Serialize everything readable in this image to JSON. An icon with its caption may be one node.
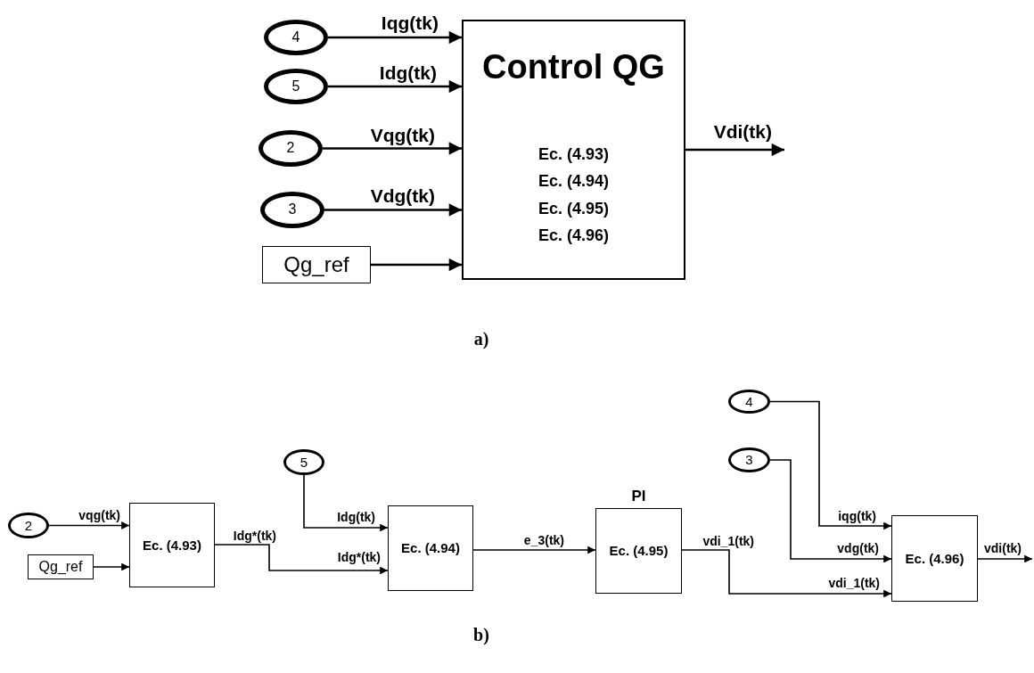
{
  "diagram": {
    "nodes": [
      {
        "text": [
          "4"
        ]
      },
      {
        "text": [
          "5"
        ]
      },
      {
        "text": [
          "2"
        ]
      },
      {
        "text": [
          "3"
        ]
      },
      {
        "text": [
          "Qg_ref"
        ]
      },
      {
        "text": [
          "Control QG",
          "Ec. (4.93)",
          "Ec. (4.94)",
          "Ec. (4.95)",
          "Ec. (4.96)"
        ]
      },
      {
        "text": [
          "2"
        ]
      },
      {
        "text": [
          "Qg_ref"
        ]
      },
      {
        "text": [
          "Ec. (4.93)"
        ]
      },
      {
        "text": [
          "5"
        ]
      },
      {
        "text": [
          "Ec. (4.94)"
        ]
      },
      {
        "text": [
          "Ec. (4.95)"
        ],
        "beside": [
          "PI"
        ]
      },
      {
        "text": [
          "4"
        ]
      },
      {
        "text": [
          "3"
        ]
      },
      {
        "text": [
          "Ec. (4.96)"
        ]
      }
    ],
    "edges": [
      {
        "from": 0,
        "to": 5,
        "arrow": "to",
        "label": "Iqg(tk)"
      },
      {
        "from": 1,
        "to": 5,
        "arrow": "to",
        "label": "Idg(tk)"
      },
      {
        "from": 2,
        "to": 5,
        "arrow": "to",
        "label": "Vqg(tk)"
      },
      {
        "from": 3,
        "to": 5,
        "arrow": "to",
        "label": "Vdg(tk)"
      },
      {
        "from": 4,
        "to": 5,
        "arrow": "to"
      },
      {
        "from": 5,
        "to": null,
        "arrow": "to",
        "label": "Vdi(tk)"
      },
      {
        "from": 6,
        "to": 8,
        "arrow": "to",
        "label": "vqg(tk)"
      },
      {
        "from": 7,
        "to": 8,
        "arrow": "to"
      },
      {
        "from": 8,
        "to": 10,
        "arrow": "to",
        "label": "Idg*(tk)"
      },
      {
        "from": 9,
        "to": 10,
        "arrow": "to",
        "label": "Idg(tk)"
      },
      {
        "from": 10,
        "to": 11,
        "arrow": "to",
        "label": "e_3(tk)"
      },
      {
        "from": 11,
        "to": 14,
        "arrow": "to",
        "label": "vdi_1(tk)"
      },
      {
        "from": 12,
        "to": 14,
        "arrow": "to",
        "label": "iqg(tk)"
      },
      {
        "from": 13,
        "to": 14,
        "arrow": "to",
        "label": "vdg(tk)"
      },
      {
        "from": 14,
        "to": null,
        "arrow": "to",
        "label": "vdi(tk)"
      }
    ],
    "labels": [
      "a)",
      "Idg*(tk)",
      "vdi_1(tk)",
      "b)"
    ]
  }
}
